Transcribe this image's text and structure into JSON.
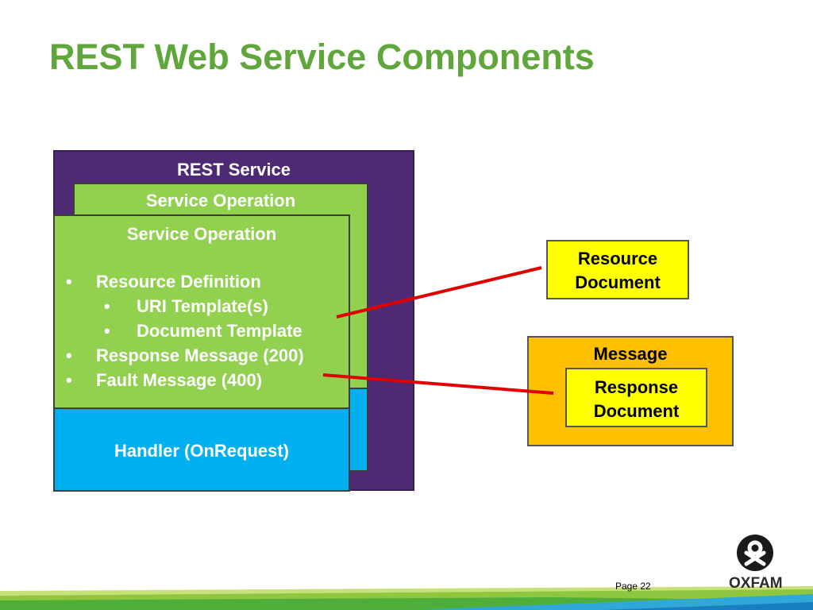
{
  "slide": {
    "title": "REST Web Service Components",
    "page_label": "Page 22"
  },
  "diagram": {
    "rest_service": "REST Service",
    "service_operation_back": "Service Operation",
    "service_operation_front": "Service Operation",
    "bullets": [
      {
        "marker": "•",
        "text": "Resource Definition",
        "level": 1
      },
      {
        "marker": "•",
        "text": "URI Template(s)",
        "level": 2
      },
      {
        "marker": "•",
        "text": "Document Template",
        "level": 2
      },
      {
        "marker": "•",
        "text": "Response Message (200)",
        "level": 1
      },
      {
        "marker": "•",
        "text": "Fault Message (400)",
        "level": 1
      }
    ],
    "handler": "Handler (OnRequest)",
    "resource_document": [
      "Resource",
      "Document"
    ],
    "message": "Message",
    "response_document": [
      "Response",
      "Document"
    ]
  },
  "logo": {
    "text": "OXFAM"
  },
  "colors": {
    "title_green": "#5fa63b",
    "rest_purple": "#4e2a75",
    "operation_green": "#92d050",
    "handler_blue": "#00b0f0",
    "doc_yellow": "#ffff00",
    "message_orange": "#ffc000",
    "connector_red": "#e00000"
  }
}
